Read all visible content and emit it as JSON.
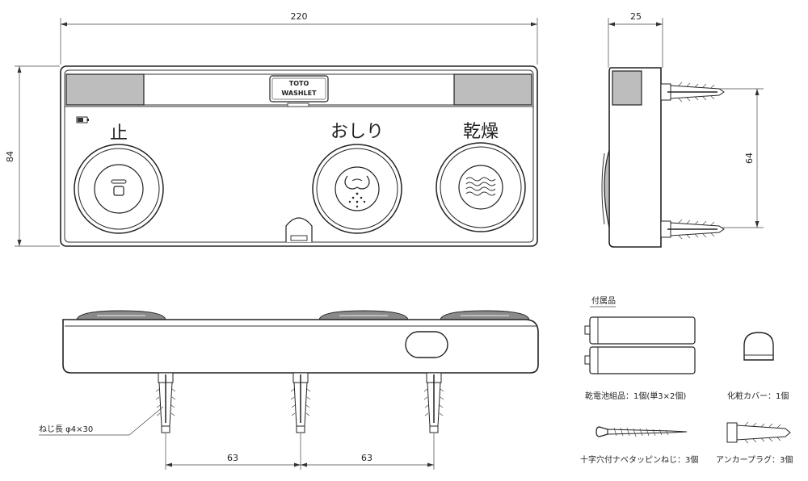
{
  "dimensions": {
    "front_width": "220",
    "front_height": "84",
    "side_depth": "25",
    "side_pitch": "64",
    "screw_pitch_left": "63",
    "screw_pitch_right": "63"
  },
  "front_panel": {
    "logo_top": "TOTO",
    "logo_bottom": "WASHLET",
    "buttons": [
      {
        "label": "止",
        "icon": "stop-square-icon"
      },
      {
        "label": "おしり",
        "icon": "bidet-spray-icon"
      },
      {
        "label": "乾燥",
        "icon": "dryer-wave-icon"
      }
    ]
  },
  "bottom_view": {
    "screw_note": "ねじ長  φ4×30"
  },
  "accessories": {
    "heading": "付属品",
    "items": [
      {
        "label": "乾電池組品：1個(単3×2個)",
        "icon": "battery-icon"
      },
      {
        "label": "化粧カバー：1個",
        "icon": "cover-cap-icon"
      },
      {
        "label": "十字穴付ナベタッピンねじ：3個",
        "icon": "screw-icon"
      },
      {
        "label": "アンカープラグ：3個",
        "icon": "anchor-plug-icon"
      }
    ]
  }
}
